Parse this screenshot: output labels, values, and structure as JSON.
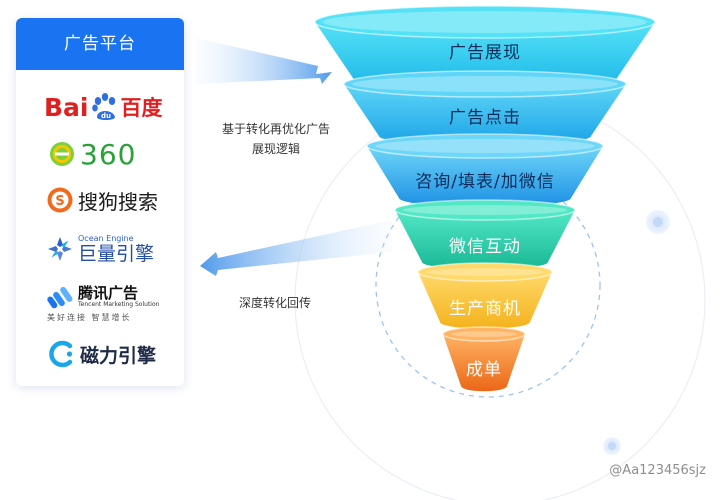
{
  "panel": {
    "title": "广告平台",
    "platforms": [
      {
        "id": "baidu",
        "text_a": "Bai",
        "text_b": "du",
        "text_c": "百度"
      },
      {
        "id": "360",
        "text": "360"
      },
      {
        "id": "sogou",
        "text": "搜狗搜索"
      },
      {
        "id": "ocean",
        "text_en": "Ocean Engine",
        "text_cn": "巨量引擎"
      },
      {
        "id": "tencent",
        "text_cn": "腾讯广告",
        "text_en": "Tencent Marketing Solution",
        "slogan": "美好连接  智慧增长"
      },
      {
        "id": "cili",
        "text": "磁力引擎"
      }
    ]
  },
  "funnel": {
    "stages": [
      {
        "label": "广告展现",
        "color_top": "#55e2f6",
        "color_bottom": "#1cb6e8"
      },
      {
        "label": "广告点击",
        "color_top": "#5fd6f7",
        "color_bottom": "#1aa2e6"
      },
      {
        "label": "咨询/填表/加微信",
        "color_top": "#6ed6f8",
        "color_bottom": "#1c8fe4"
      },
      {
        "label": "微信互动",
        "color_top": "#52e8c6",
        "color_bottom": "#19b795"
      },
      {
        "label": "生产商机",
        "color_top": "#ffd96a",
        "color_bottom": "#f4b21c"
      },
      {
        "label": "成单",
        "color_top": "#ffb463",
        "color_bottom": "#ea6717"
      }
    ]
  },
  "notes": {
    "optimize_line1": "基于转化再优化广告",
    "optimize_line2": "展现逻辑",
    "feedback": "深度转化回传"
  },
  "watermark": "@Aa123456sjz",
  "colors": {
    "primary_blue": "#1a73f0",
    "baidu_red": "#e02020",
    "brand_360": "#2aa138",
    "sogou_orange": "#f26a1b",
    "ocean_blue": "#2a5ec8",
    "cili_cyan": "#1aa6e8"
  }
}
